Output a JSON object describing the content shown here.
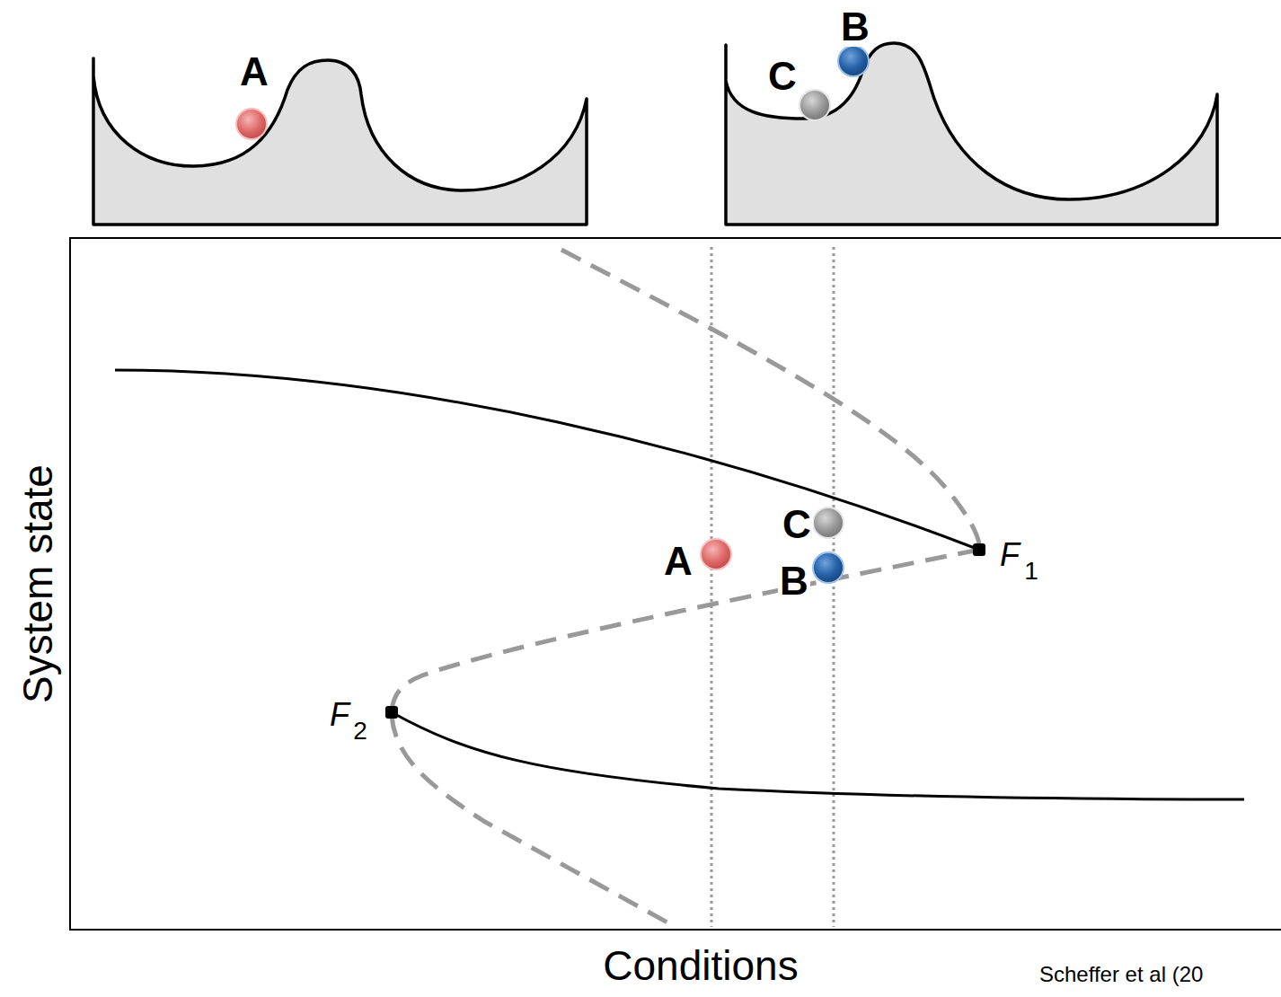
{
  "diagram": {
    "labels": [
      "A",
      "C",
      "B",
      "System state",
      "C",
      "A",
      "B",
      "F",
      "1",
      "F",
      "2",
      "Conditions",
      "Scheffer et al (20"
    ]
  }
}
